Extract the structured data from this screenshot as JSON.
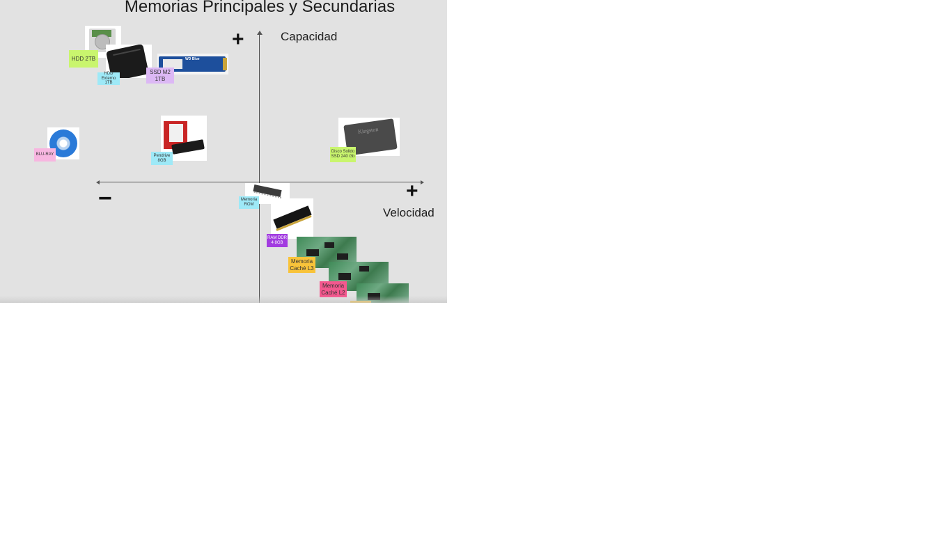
{
  "title": "Memorias Principales y Secundarias",
  "axes": {
    "y_label": "Capacidad",
    "x_label": "Velocidad",
    "y_plus": "+",
    "x_plus": "+",
    "minus": "−"
  },
  "notes": {
    "hdd_2tb": "HDD 2TB",
    "hdd_externo": "HDD Externo 1TB",
    "ssd_m2": "SSD M2 1TB",
    "blu_ray": "BLU-RAY",
    "pendrive": "Pendrive 8GB",
    "ssd_disco": "Disco Solido SSD 240 Gb",
    "memoria_rom": "Memoria ROM",
    "ram": "RAM DDR 4 8GB",
    "cache_l3": "Memoria Caché L3",
    "cache_l2": "Memoria Caché L2"
  },
  "images": {
    "m2_brand": "WD Blue",
    "ssd_brand": "Kingston"
  },
  "colors": {
    "board_bg": "#e2e2e2",
    "note_green": "#c9f56e",
    "note_cyan": "#9ee9f7",
    "note_purple": "#dcb8f5",
    "note_pink": "#f7b6e0",
    "note_violet": "#a23ce0",
    "note_orange": "#f8c33a",
    "note_magenta": "#f3588e"
  }
}
